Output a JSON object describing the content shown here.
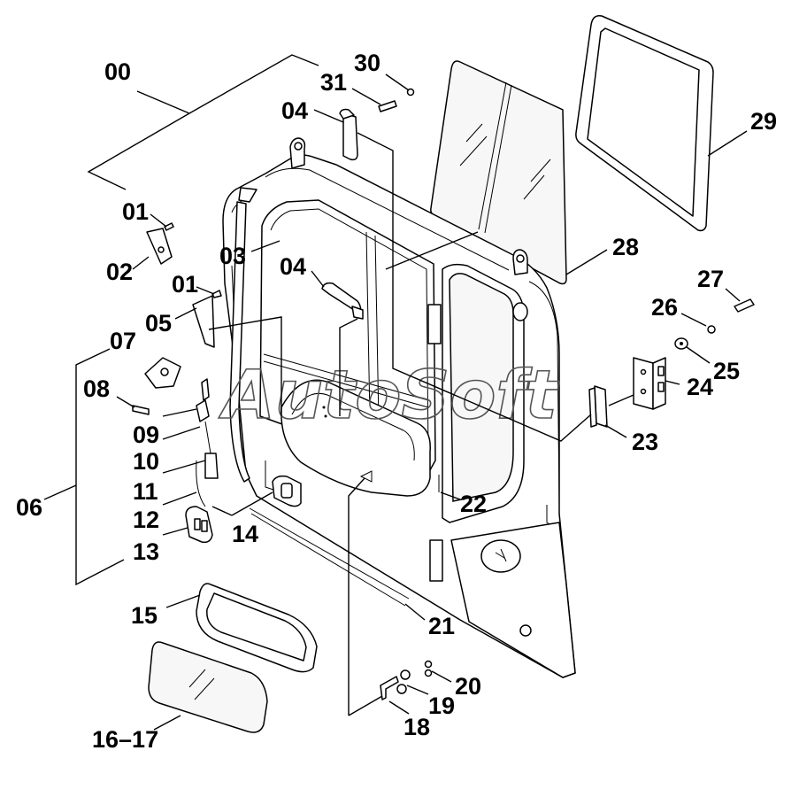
{
  "watermark": "AutoSoft",
  "labels": {
    "l00": "00",
    "l01a": "01",
    "l01b": "01",
    "l02": "02",
    "l03": "03",
    "l04a": "04",
    "l04b": "04",
    "l05": "05",
    "l06": "06",
    "l07": "07",
    "l08": "08",
    "l09": "09",
    "l10": "10",
    "l11": "11",
    "l12": "12",
    "l13": "13",
    "l14": "14",
    "l15": "15",
    "l16": "16–17",
    "l18": "18",
    "l19": "19",
    "l20": "20",
    "l21": "21",
    "l22": "22",
    "l23": "23",
    "l24": "24",
    "l25": "25",
    "l26": "26",
    "l27": "27",
    "l28": "28",
    "l29": "29",
    "l30": "30",
    "l31": "31"
  }
}
